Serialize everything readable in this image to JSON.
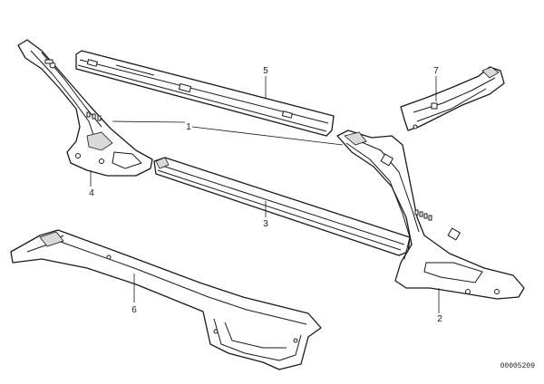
{
  "diagram": {
    "callouts": {
      "c1": "1",
      "c2": "2",
      "c3": "3",
      "c4": "4",
      "c5": "5",
      "c6": "6",
      "c7": "7"
    },
    "reference_number": "00005209"
  }
}
